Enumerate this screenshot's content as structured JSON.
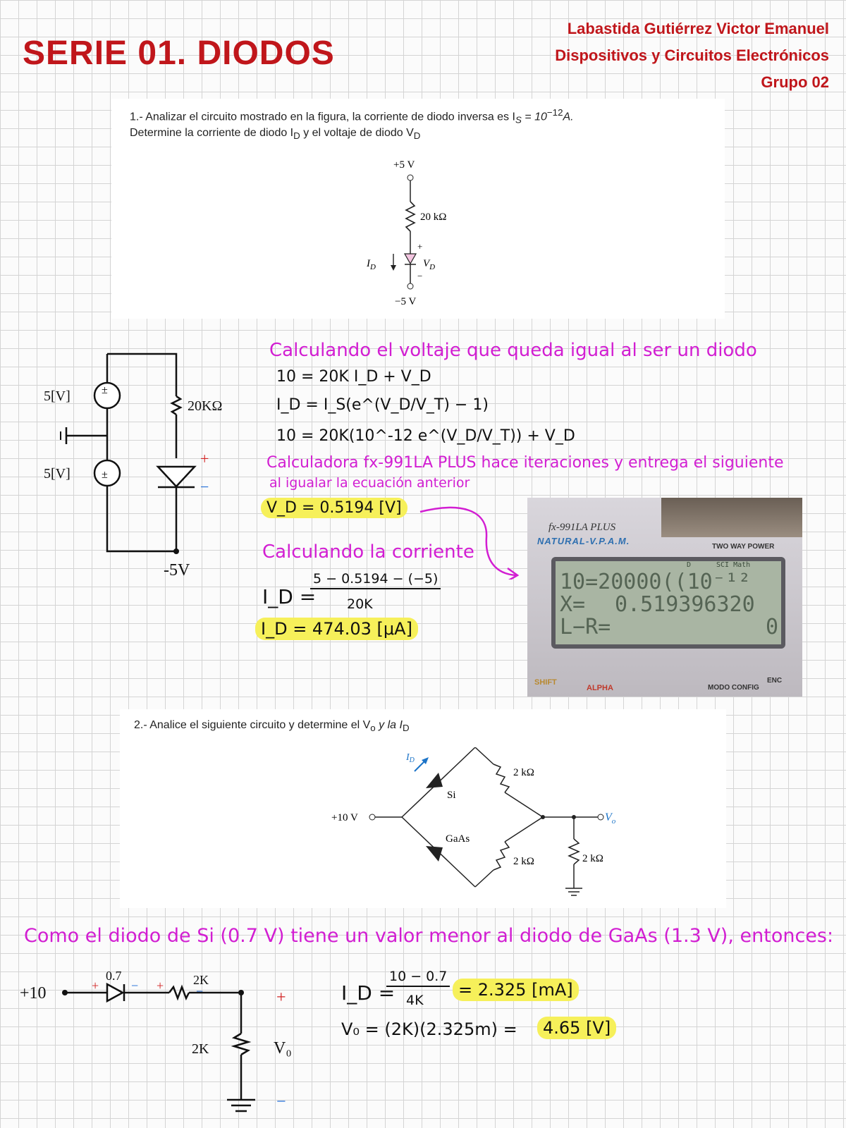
{
  "header": {
    "title": "SERIE 01. DIODOS",
    "author": "Labastida Gutiérrez Victor Emanuel",
    "course": "Dispositivos y Circuitos Electrónicos",
    "group": "Grupo 02"
  },
  "problem1": {
    "statement_line1": "1.- Analizar el circuito mostrado en la figura, la corriente de diodo inversa es I",
    "statement_is": "S",
    "statement_is_value": " = 10",
    "statement_exp": "−12",
    "statement_unit": "A.",
    "statement_line2": "Determine la corriente de diodo I",
    "statement_line2_b": " y el voltaje de diodo V",
    "sub_d": "D",
    "figure": {
      "top": "+5 V",
      "resistor": "20 kΩ",
      "plus": "+",
      "minus": "−",
      "current": "I",
      "vd": "V",
      "sub": "D",
      "bottom": "−5 V"
    },
    "solution_figure": {
      "src1": "5[V]",
      "src2": "5[V]",
      "resistor": "20KΩ",
      "node": "-5V",
      "plus": "+",
      "minus": "−"
    },
    "heading": "Calculando el voltaje que queda igual al ser un diodo",
    "eq1": "10 = 20K I_D + V_D",
    "eq2": "I_D = I_S(e^(V_D/V_T) − 1)",
    "eq3": "10 = 20K(10^-12 e^(V_D/V_T)) + V_D",
    "calc_note_1": "Calculadora fx-991LA PLUS hace iteraciones y entrega el siguiente",
    "calc_note_2": "al igualar la ecuación anterior",
    "vd_result": "V_D = 0.5194 [V]",
    "current_heading": "Calculando la corriente",
    "id_numerator": "5 − 0.5194 − (−5)",
    "id_denominator": "20K",
    "id_label": "I_D =",
    "id_result": "I_D = 474.03 [μA]"
  },
  "calculator": {
    "model": "fx-991LA PLUS",
    "brand_line": "NATURAL-V.P.A.M.",
    "power": "TWO WAY POWER",
    "mode": "SCI Math",
    "indicator": "D",
    "line1": "10=20000((10⁻¹²",
    "line2_label": "X=",
    "line2_value": "0.519396320",
    "line3": "L−R=",
    "line3_value": "0",
    "shift": "SHIFT",
    "alpha": "ALPHA",
    "mode_key": "MODO CONFIG",
    "enc": "ENC"
  },
  "problem2": {
    "statement": "2.- Analice el siguiente circuito y determine el V",
    "statement_o": "o",
    "statement_and": " y la I",
    "statement_d": "D",
    "figure": {
      "source": "+10 V",
      "id": "I",
      "sub": "D",
      "si": "Si",
      "gaas": "GaAs",
      "r1": "2 kΩ",
      "r2": "2 kΩ",
      "r3": "2 kΩ",
      "vo": "V",
      "vo_sub": "o"
    },
    "note": "Como el diodo de Si (0.7 V) tiene un valor menor al diodo de GaAs (1.3 V), entonces:",
    "solution_figure": {
      "source": "+10",
      "diode_v": "0.7",
      "r1": "2K",
      "r2": "2K",
      "vo": "V₀",
      "plus": "+",
      "minus": "−"
    },
    "id_label": "I_D =",
    "id_numerator": "10 − 0.7",
    "id_denominator": "4K",
    "id_result": "= 2.325 [mA]",
    "vo_expr": "V₀ = (2K)(2.325m) =",
    "vo_result": "4.65 [V]"
  }
}
